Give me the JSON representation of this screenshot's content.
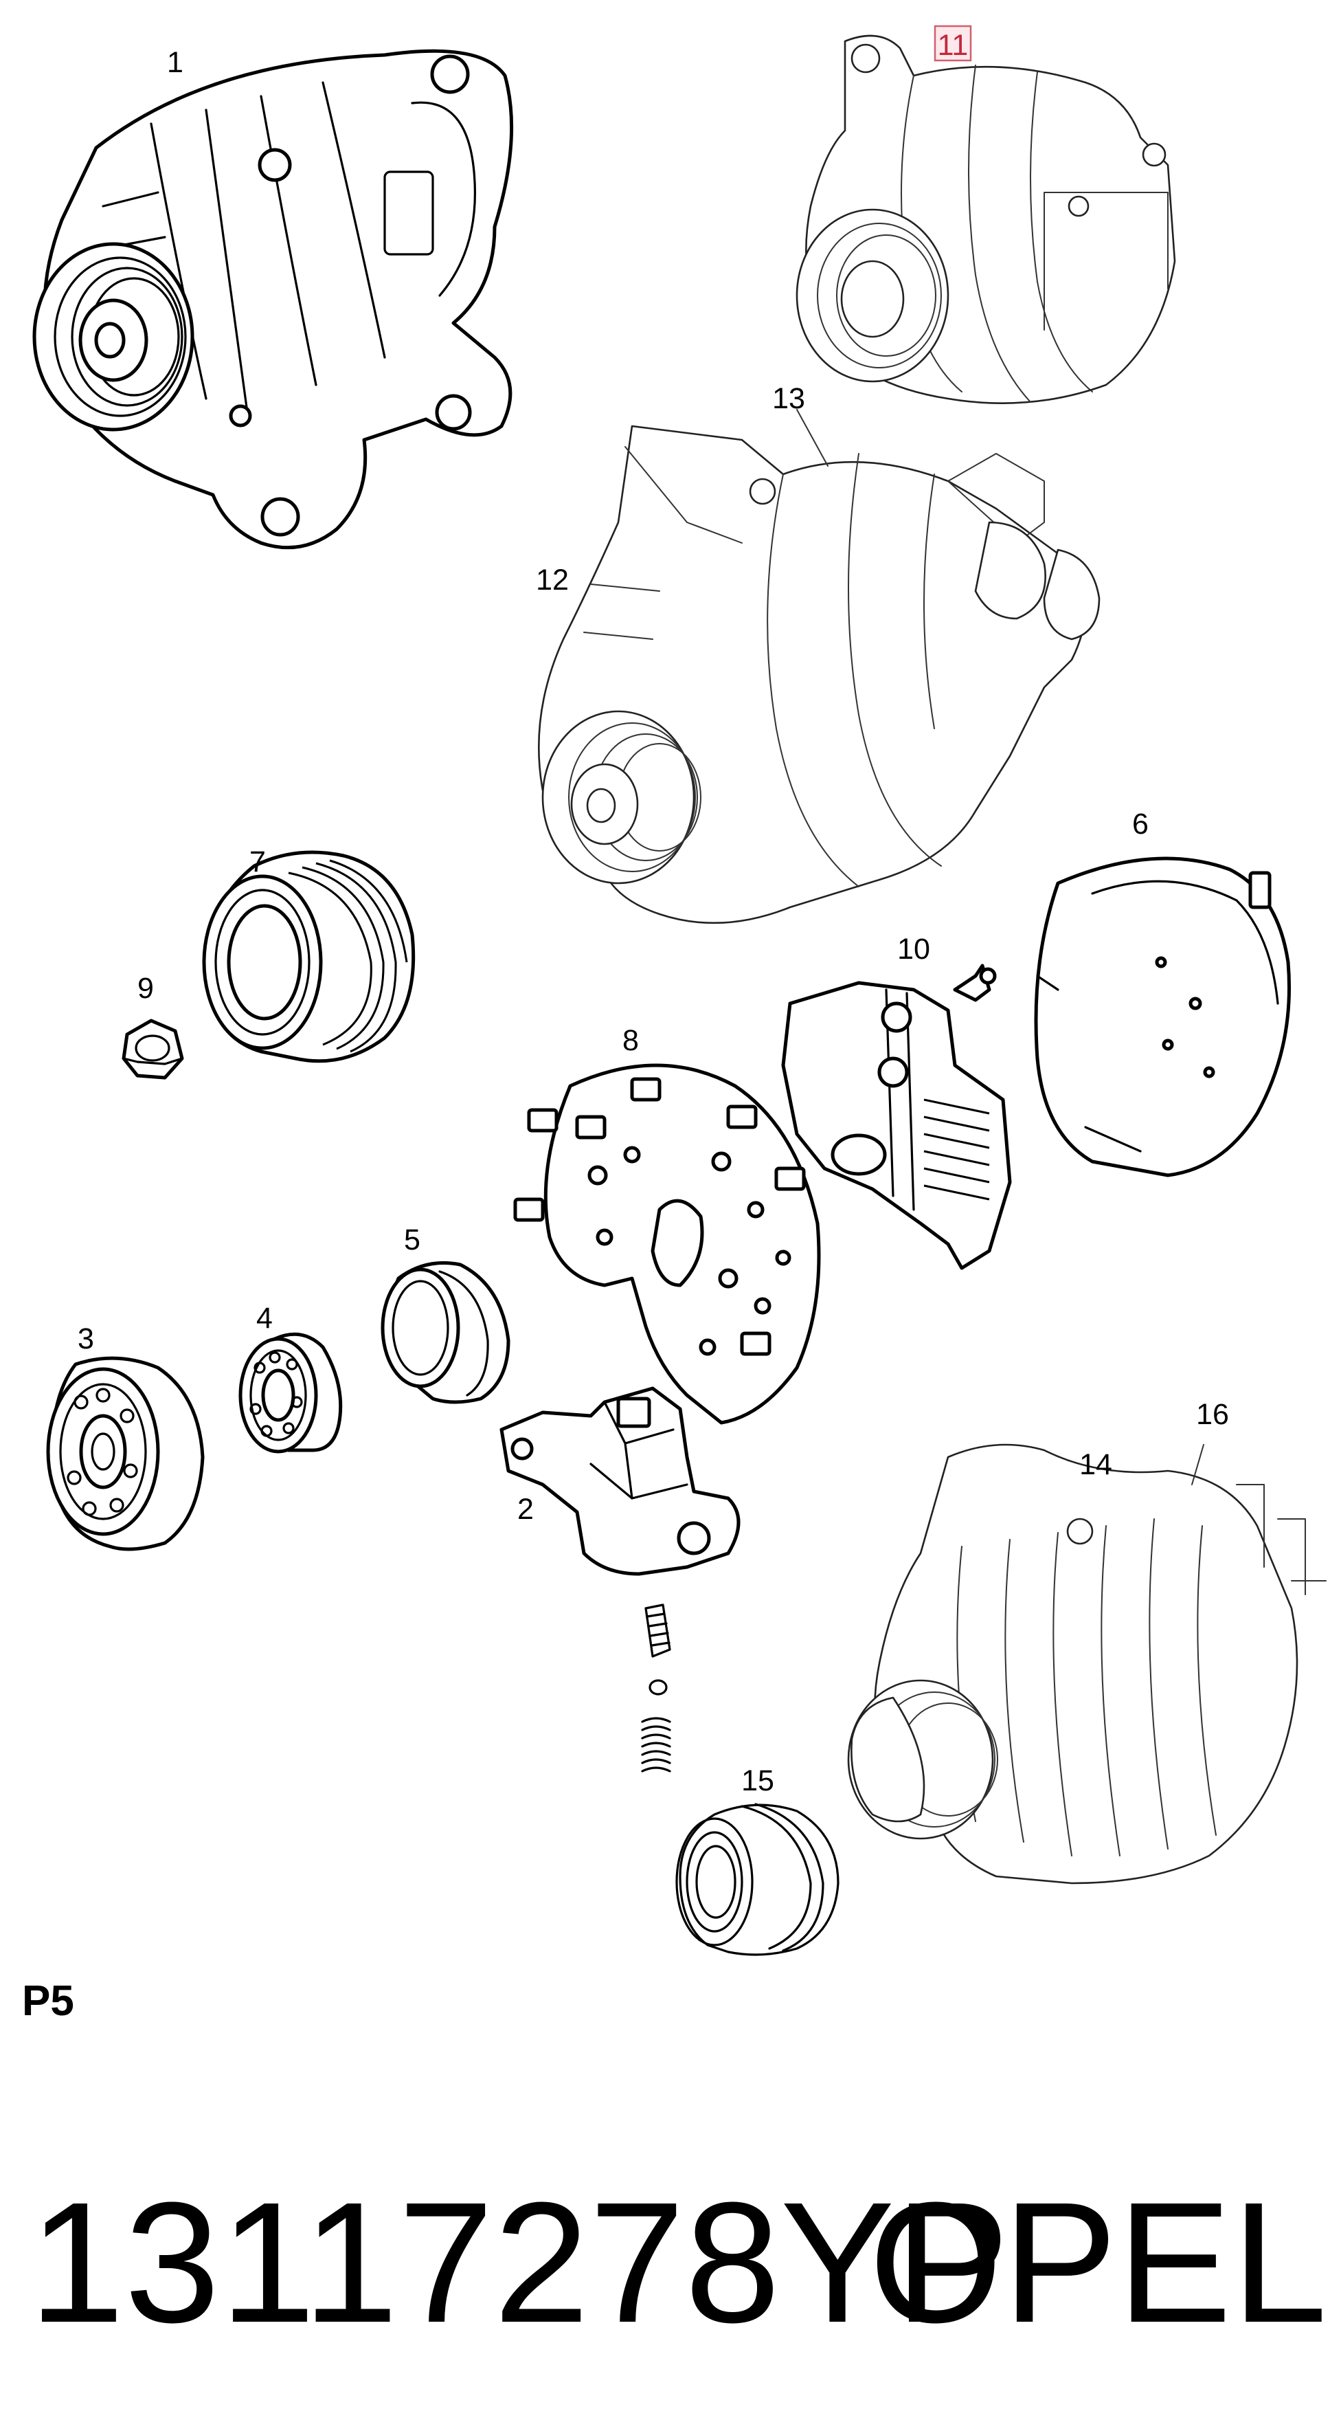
{
  "page_tag": "P5",
  "part_number": "13117278YP",
  "brand": "OPEL",
  "highlighted_callout": "11",
  "callouts": {
    "c1": "1",
    "c2": "2",
    "c3": "3",
    "c4": "4",
    "c5": "5",
    "c6": "6",
    "c7": "7",
    "c8": "8",
    "c9": "9",
    "c10": "10",
    "c11": "11",
    "c12": "12",
    "c13": "13",
    "c14": "14",
    "c15": "15",
    "c16": "16"
  },
  "colors": {
    "line": "#000000",
    "background": "#ffffff",
    "highlight_border": "#d0606e",
    "highlight_fill": "#fde8ec",
    "highlight_text": "#c02a3c"
  }
}
